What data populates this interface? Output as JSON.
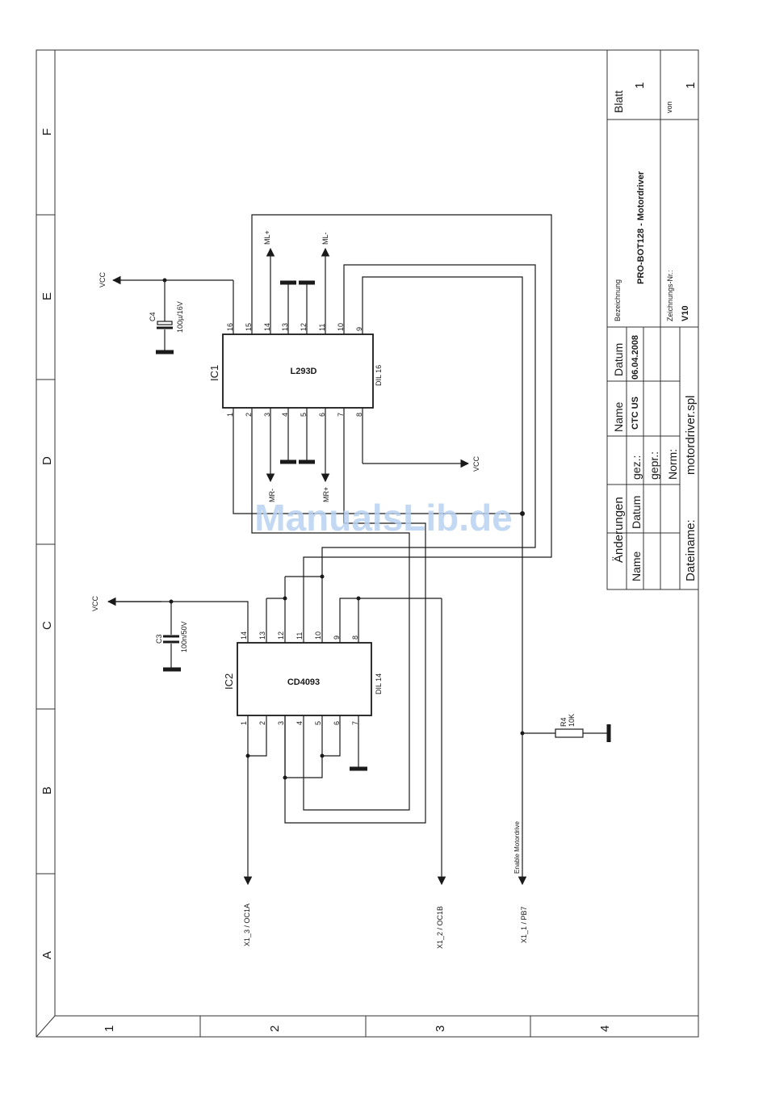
{
  "frame": {
    "row_letters": [
      "A",
      "B",
      "C",
      "D",
      "E",
      "F"
    ],
    "col_numbers": [
      "1",
      "2",
      "3",
      "4"
    ]
  },
  "title_block": {
    "aenderungen": "Änderungen",
    "col_name": "Name",
    "col_datum": "Datum",
    "gez": "gez.:",
    "gepr": "gepr.:",
    "norm": "Norm:",
    "dateiname_label": "Dateiname:",
    "dateiname": "motordriver.spl",
    "name_value": "CTC US",
    "datum_value": "06.04.2008",
    "bezeichnung_label": "Bezeichnung",
    "bezeichnung": "PRO-BOT128  - Motordriver",
    "zeichnungs_label": "Zeichnungs-Nr.:",
    "zeichnungs_nr": "V10",
    "blatt_label": "Blatt",
    "blatt": "1",
    "von_label": "von",
    "von": "1"
  },
  "ic1": {
    "ref": "IC1",
    "part": "L293D",
    "package": "DIL 16",
    "pins_top": [
      "16",
      "15",
      "14",
      "13",
      "12",
      "11",
      "10",
      "9"
    ],
    "pins_bottom": [
      "1",
      "2",
      "3",
      "4",
      "5",
      "6",
      "7",
      "8"
    ]
  },
  "ic2": {
    "ref": "IC2",
    "part": "CD4093",
    "package": "DIL 14",
    "pins_top": [
      "14",
      "13",
      "12",
      "11",
      "10",
      "9",
      "8"
    ],
    "pins_bottom": [
      "1",
      "2",
      "3",
      "4",
      "5",
      "6",
      "7"
    ]
  },
  "c4": {
    "ref": "C4",
    "value": "100µ/16V"
  },
  "c3": {
    "ref": "C3",
    "value": "100n/50V"
  },
  "r4": {
    "ref": "R4",
    "value": "10K"
  },
  "nets": {
    "vcc": "VCC",
    "ml_plus": "ML+",
    "ml_minus": "ML-",
    "mr_minus": "MR-",
    "mr_plus": "MR+",
    "oc1a": "X1_3 / OC1A",
    "oc1b": "X1_2 / OC1B",
    "pb7": "X1_1 / PB7",
    "enable": "Enable Motordrive"
  },
  "watermark": "ManualsLib.de"
}
